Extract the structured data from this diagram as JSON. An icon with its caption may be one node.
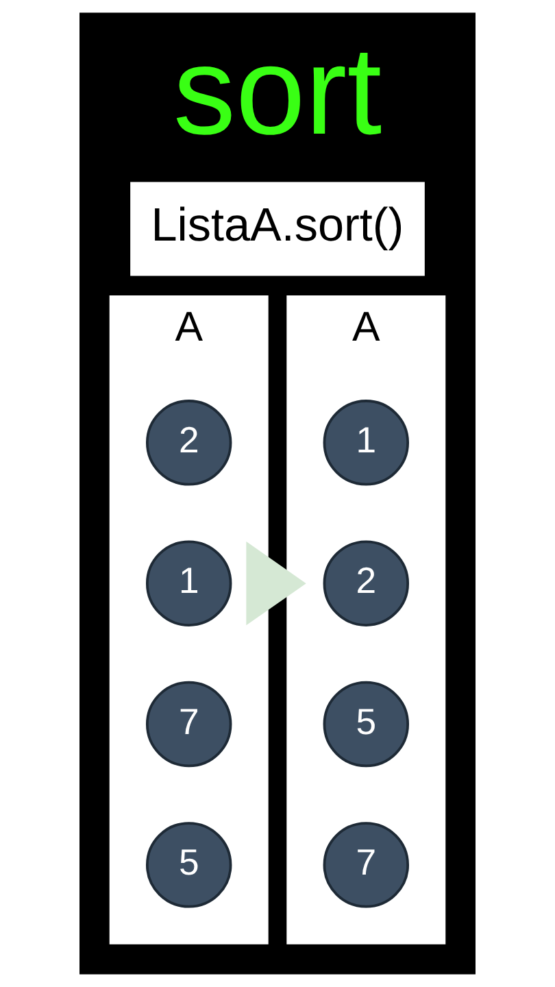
{
  "diagram": {
    "title": "sort",
    "nodes": [
      {
        "text": [
          "A"
        ]
      },
      {
        "text": [
          "2"
        ],
        "in": 0
      },
      {
        "text": [
          "1"
        ],
        "in": 0
      },
      {
        "text": [
          "7"
        ],
        "in": 0
      },
      {
        "text": [
          "5"
        ],
        "in": 0
      },
      {
        "text": [
          "A"
        ]
      },
      {
        "text": [
          "1"
        ],
        "in": 5
      },
      {
        "text": [
          "2"
        ],
        "in": 5
      },
      {
        "text": [
          "5"
        ],
        "in": 5
      },
      {
        "text": [
          "7"
        ],
        "in": 5
      }
    ],
    "edges": [
      {
        "from": 0,
        "to": 5,
        "arrow": "to",
        "style": "thick",
        "color": "#d5e8d4"
      }
    ],
    "labels": [
      "ListaA.sort()"
    ]
  }
}
